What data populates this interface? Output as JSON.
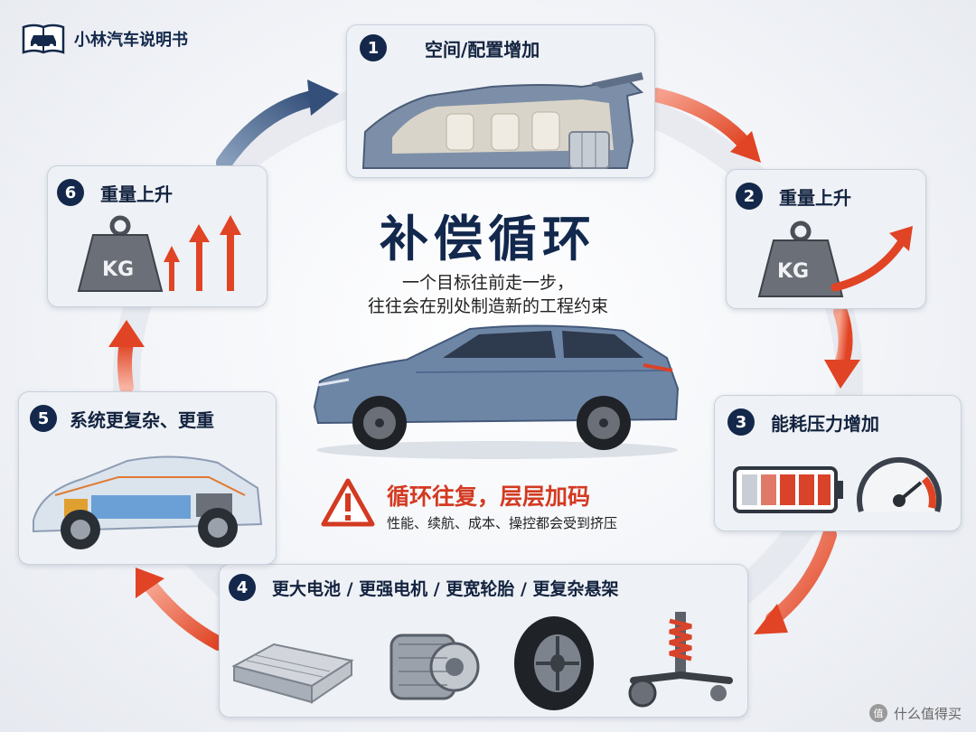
{
  "brand": {
    "name": "小林汽车说明书",
    "icon": "car-manual-icon"
  },
  "hero": {
    "title": "补偿循环",
    "subtitle_line1": "一个目标往前走一步，",
    "subtitle_line2": "往往会在别处制造新的工程约束"
  },
  "steps": [
    {
      "num": "1",
      "label": "空间/配置增加"
    },
    {
      "num": "2",
      "label": "重量上升",
      "weight_label": "KG"
    },
    {
      "num": "3",
      "label": "能耗压力增加"
    },
    {
      "num": "4",
      "label": "更大电池 / 更强电机 / 更宽轮胎 / 更复杂悬架"
    },
    {
      "num": "5",
      "label": "系统更复杂、更重"
    },
    {
      "num": "6",
      "label": "重量上升",
      "weight_label": "KG"
    }
  ],
  "warning": {
    "title": "循环往复，层层加码",
    "subtitle": "性能、续航、成本、操控都会受到挤压"
  },
  "watermark": {
    "text": "什么值得买",
    "icon": "smzdm-logo-icon"
  },
  "colors": {
    "navy": "#13284a",
    "accent_orange": "#e8533a",
    "car_blue": "#6e86a6",
    "battery_red": "#d8432a"
  }
}
